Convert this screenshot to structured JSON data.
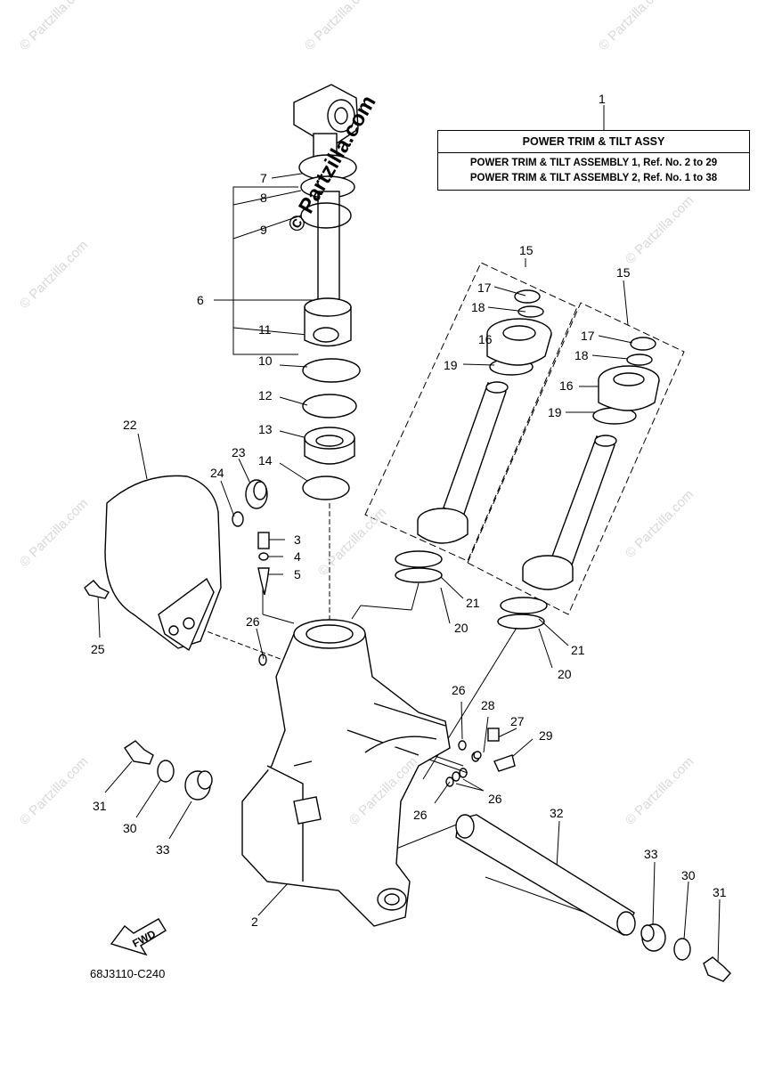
{
  "legend": {
    "title": "POWER TRIM & TILT ASSY",
    "line1": "POWER TRIM & TILT ASSEMBLY 1, Ref. No. 2 to 29",
    "line2": "POWER TRIM & TILT ASSEMBLY 2, Ref. No. 1 to 38"
  },
  "diagram_code": "68J3110-C240",
  "fwd_label": "FWD",
  "watermark": {
    "small": "© Partzilla.com",
    "big": "© Partzilla.com"
  },
  "callouts": [
    "1",
    "2",
    "3",
    "4",
    "5",
    "6",
    "7",
    "8",
    "9",
    "10",
    "11",
    "12",
    "13",
    "14",
    "15",
    "15",
    "16",
    "16",
    "17",
    "17",
    "18",
    "18",
    "19",
    "19",
    "20",
    "20",
    "21",
    "21",
    "22",
    "23",
    "24",
    "25",
    "26",
    "26",
    "26",
    "26",
    "26",
    "27",
    "28",
    "29",
    "30",
    "30",
    "31",
    "31",
    "32",
    "33",
    "33"
  ]
}
